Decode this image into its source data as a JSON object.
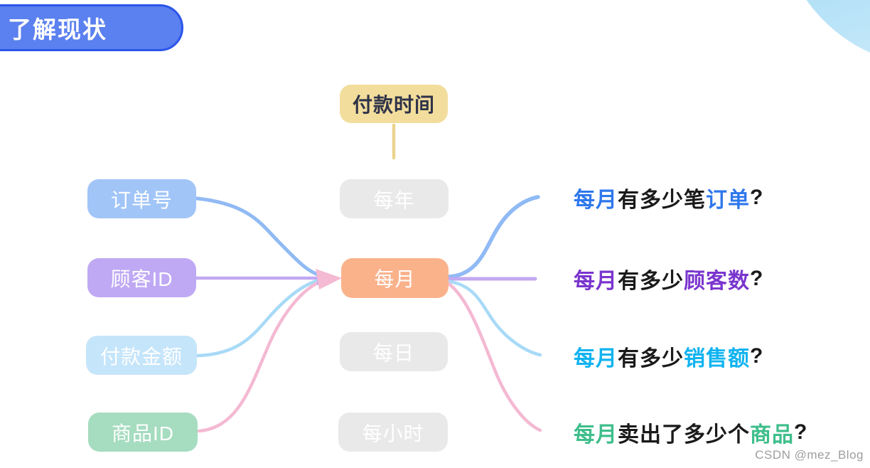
{
  "banner": {
    "label": "了解现状",
    "bg": "#5b80ef",
    "border": "#2b55e9"
  },
  "decor": {
    "corner_circle_color": "#a9ddf5"
  },
  "source_field": {
    "label": "付款时间",
    "bg": "#f2dd9c",
    "text_color": "#2f3349",
    "arrow_color": "#ecd38f"
  },
  "left_fields": [
    {
      "label": "订单号",
      "bg": "#a2c5f8",
      "arrow_color": "#90baf4"
    },
    {
      "label": "顾客ID",
      "bg": "#bfa9f4",
      "arrow_color": "#c2a9f2"
    },
    {
      "label": "付款金额",
      "bg": "#c5e5fa",
      "arrow_color": "#a8daf7"
    },
    {
      "label": "商品ID",
      "bg": "#a6dcbf",
      "arrow_color": "#f4b9d3"
    }
  ],
  "time_granularity": [
    {
      "label": "每年",
      "bg": "#e9e9e9",
      "text_color": "#ffffff",
      "active": false
    },
    {
      "label": "每月",
      "bg": "#fab28b",
      "text_color": "#ffffff",
      "active": true
    },
    {
      "label": "每日",
      "bg": "#e9e9e9",
      "text_color": "#ffffff",
      "active": false
    },
    {
      "label": "每小时",
      "bg": "#e9e9e9",
      "text_color": "#ffffff",
      "active": false
    }
  ],
  "questions": [
    {
      "accent": "#2e77ec",
      "arrow_color": "#90baf4",
      "segments": [
        {
          "text": "每月",
          "color": "#2e77ec"
        },
        {
          "text": "有多少笔",
          "color": "#1a1a1a"
        },
        {
          "text": "订单",
          "color": "#2e77ec"
        },
        {
          "text": "?",
          "color": "#1a1a1a"
        }
      ]
    },
    {
      "accent": "#7a35ce",
      "arrow_color": "#c2a9f2",
      "segments": [
        {
          "text": "每月",
          "color": "#7a35ce"
        },
        {
          "text": "有多少",
          "color": "#1a1a1a"
        },
        {
          "text": "顾客数",
          "color": "#7a35ce"
        },
        {
          "text": "?",
          "color": "#1a1a1a"
        }
      ]
    },
    {
      "accent": "#10b3f0",
      "arrow_color": "#a8daf7",
      "segments": [
        {
          "text": "每月",
          "color": "#10b3f0"
        },
        {
          "text": "有多少",
          "color": "#1a1a1a"
        },
        {
          "text": "销售额",
          "color": "#10b3f0"
        },
        {
          "text": "?",
          "color": "#1a1a1a"
        }
      ]
    },
    {
      "accent": "#3ebe8b",
      "arrow_color": "#f4b9d3",
      "segments": [
        {
          "text": "每月",
          "color": "#3ebe8b"
        },
        {
          "text": "卖出了多少个",
          "color": "#1a1a1a"
        },
        {
          "text": "商品",
          "color": "#3ebe8b"
        },
        {
          "text": "?",
          "color": "#1a1a1a"
        }
      ]
    }
  ],
  "watermark": {
    "label": "CSDN @mez_Blog",
    "color": "#9e9e9e"
  }
}
